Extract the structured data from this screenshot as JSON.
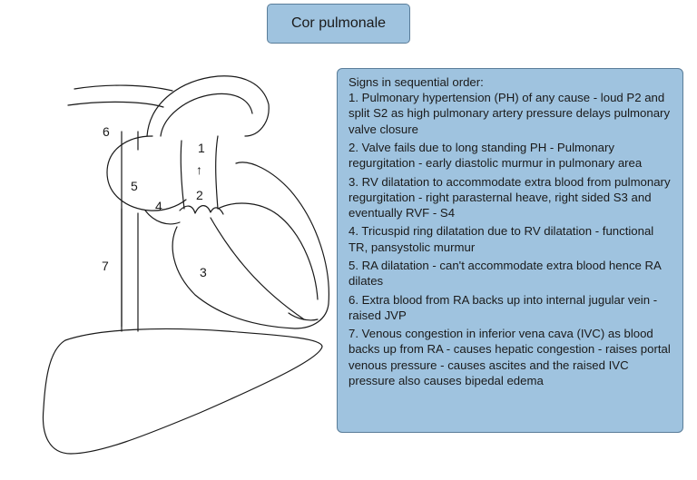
{
  "title": "Cor pulmonale",
  "info": {
    "heading": "Signs in sequential order:",
    "steps": [
      "1. Pulmonary hypertension (PH) of any cause - loud P2 and split S2 as high pulmonary artery pressure delays pulmonary valve closure",
      "2. Valve fails due to long standing PH - Pulmonary regurgitation - early diastolic murmur in pulmonary area",
      "3. RV dilatation to accommodate extra blood from pulmonary regurgitation - right parasternal heave, right sided S3 and eventually RVF - S4",
      "4. Tricuspid ring dilatation due to RV dilatation - functional TR, pansystolic murmur",
      "5. RA dilatation - can't accommodate extra blood hence RA dilates",
      "6. Extra blood from RA backs up into internal jugular vein - raised JVP",
      "7. Venous congestion in inferior vena cava (IVC) as blood backs up from RA - causes hepatic congestion - raises portal venous pressure - causes ascites and the raised IVC pressure also causes bipedal edema"
    ]
  },
  "diagram": {
    "labels": {
      "n1": "1",
      "n2": "2",
      "n3": "3",
      "n4": "4",
      "n5": "5",
      "n6": "6",
      "n7": "7",
      "arrow": "↑"
    }
  }
}
